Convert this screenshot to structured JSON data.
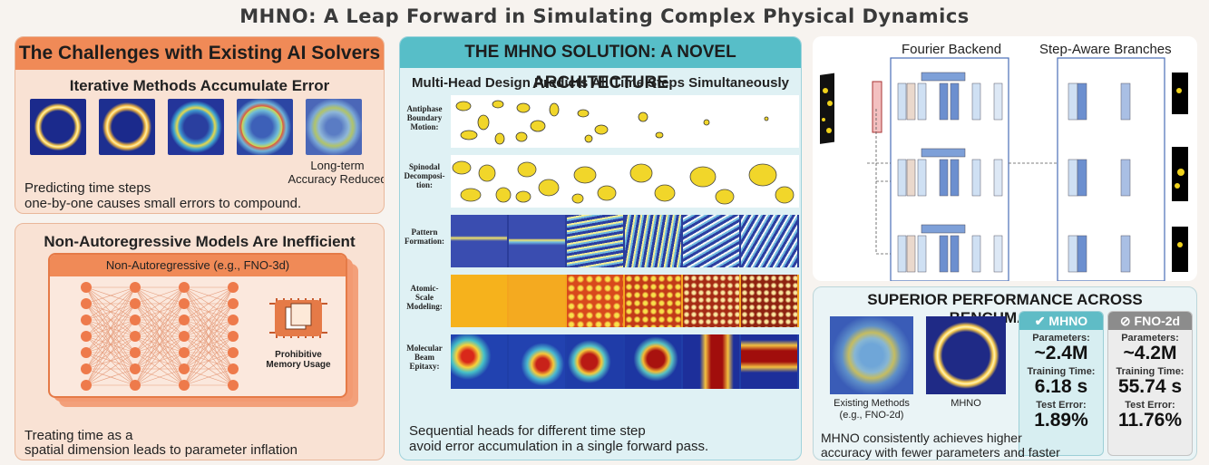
{
  "title": "MHNO: A Leap Forward in Simulating Complex Physical Dynamics",
  "challenges": {
    "header": "The Challenges with Existing AI Solvers",
    "iterative_title": "Iterative Methods Accumulate Error",
    "longterm_label": "Long-term\nAccuracy Reduced",
    "caption": "Predicting time steps\none-by-one causes small errors to compound."
  },
  "nonauto": {
    "title": "Non-Autoregressive Models Are Inefficient",
    "box_label": "Non-Autoregressive (e.g., FNO-3d)",
    "chip_label": "Prohibitive\nMemory Usage",
    "caption": "Treating time as a\nspatial dimension leads to parameter inflation"
  },
  "solution": {
    "header": "THE MHNO SOLUTION: A NOVEL ARCHITECTURE",
    "subtitle": "Multi-Head Design Predicts All Time Steps Simultaneously",
    "rows": [
      {
        "label": "Antiphase\nBoundary\nMotion:"
      },
      {
        "label": "Spinodal\nDecomposi-\ntion:"
      },
      {
        "label": "Pattern\nFormation:"
      },
      {
        "label": "Atomic-\nScale\nModeling:"
      },
      {
        "label": "Molecular\nBeam\nEpitaxy:"
      }
    ],
    "caption": "Sequential heads for different time step\navoid error accumulation in a single forward pass."
  },
  "architecture": {
    "fourier_label": "Fourier Backend",
    "branches_label": "Step-Aware Branches"
  },
  "performance": {
    "header": "SUPERIOR PERFORMANCE ACROSS BENCHMARKS",
    "existing_label": "Existing Methods\n(e.g., FNO-2d)",
    "mhno_img_label": "MHNO",
    "mhno": {
      "name": "MHNO",
      "params_label": "Parameters:",
      "params": "~2.4M",
      "time_label": "Training Time:",
      "time": "6.18 s",
      "error_label": "Test Error:",
      "error": "1.89%"
    },
    "fno": {
      "name": "FNO-2d",
      "params_label": "Parameters:",
      "params": "~4.2M",
      "time_label": "Training Time:",
      "time": "55.74 s",
      "error_label": "Test Error:",
      "error": "11.76%"
    },
    "caption": "MHNO consistently achieves higher\naccuracy with fewer parameters and faster training times"
  },
  "colors": {
    "orange": "#f08a57",
    "teal": "#57bec8",
    "navy": "#1f2a86",
    "yellow": "#f1d62a"
  }
}
